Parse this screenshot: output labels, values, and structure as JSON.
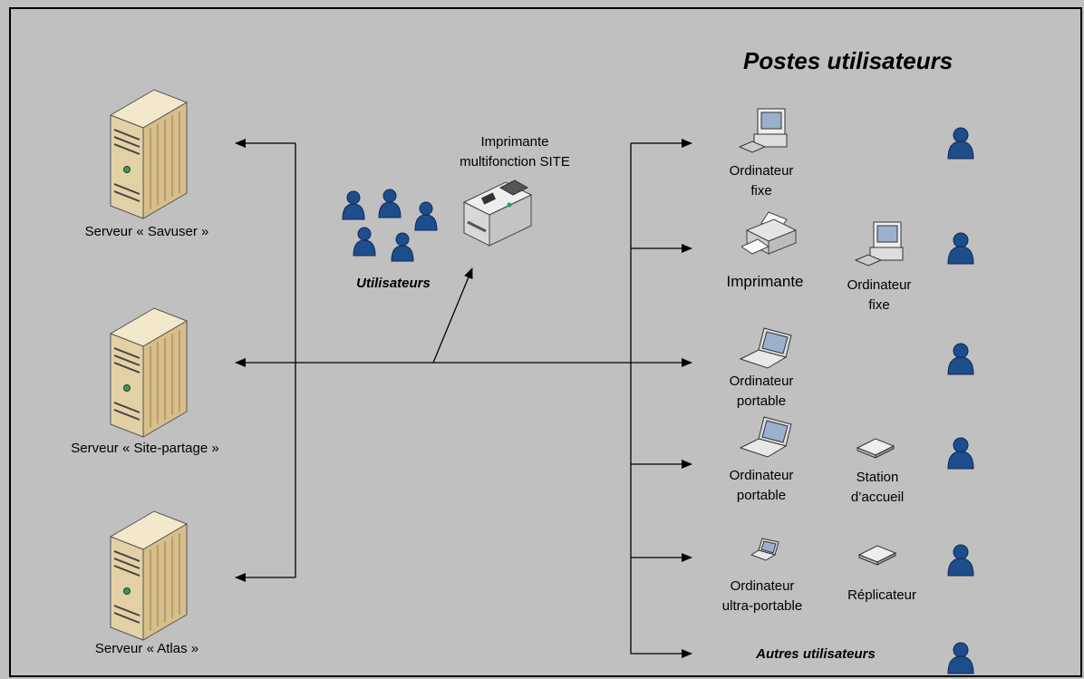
{
  "title": "Postes utilisateurs",
  "servers": [
    {
      "label": "Serveur « Savuser »"
    },
    {
      "label": "Serveur « Site-partage »"
    },
    {
      "label": "Serveur « Atlas »"
    }
  ],
  "printer_mf": {
    "label": "Imprimante\nmultifonction SITE"
  },
  "users_group": {
    "label": "Utilisateurs"
  },
  "stations": [
    {
      "device": "Ordinateur\nfixe"
    },
    {
      "device": "Imprimante",
      "extra": "Ordinateur\nfixe"
    },
    {
      "device": "Ordinateur\nportable"
    },
    {
      "device": "Ordinateur\nportable",
      "extra": "Station\nd’accueil"
    },
    {
      "device": "Ordinateur\nultra-portable",
      "extra": "Réplicateur"
    },
    {
      "device": "Autres utilisateurs"
    }
  ],
  "icons": {
    "server": "server-tower-icon",
    "user": "user-icon",
    "printer": "printer-icon",
    "desktop": "desktop-computer-icon",
    "laptop": "laptop-icon",
    "dock": "docking-station-icon"
  },
  "colors": {
    "background": "#c0c0c0",
    "server": "#e8d9b5",
    "user": "#1e4d8c"
  }
}
